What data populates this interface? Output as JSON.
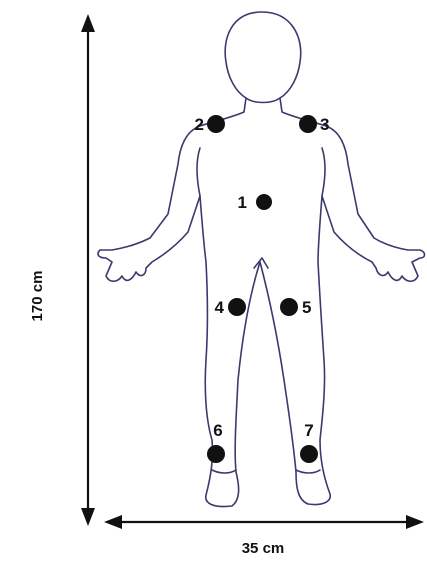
{
  "dimensions": {
    "height_label": "170 cm",
    "width_label": "35 cm"
  },
  "markers": [
    {
      "id": "1",
      "label": "1"
    },
    {
      "id": "2",
      "label": "2"
    },
    {
      "id": "3",
      "label": "3"
    },
    {
      "id": "4",
      "label": "4"
    },
    {
      "id": "5",
      "label": "5"
    },
    {
      "id": "6",
      "label": "6"
    },
    {
      "id": "7",
      "label": "7"
    }
  ],
  "colors": {
    "outline": "#3a3a6e",
    "marker": "#111111",
    "background": "#ffffff"
  }
}
